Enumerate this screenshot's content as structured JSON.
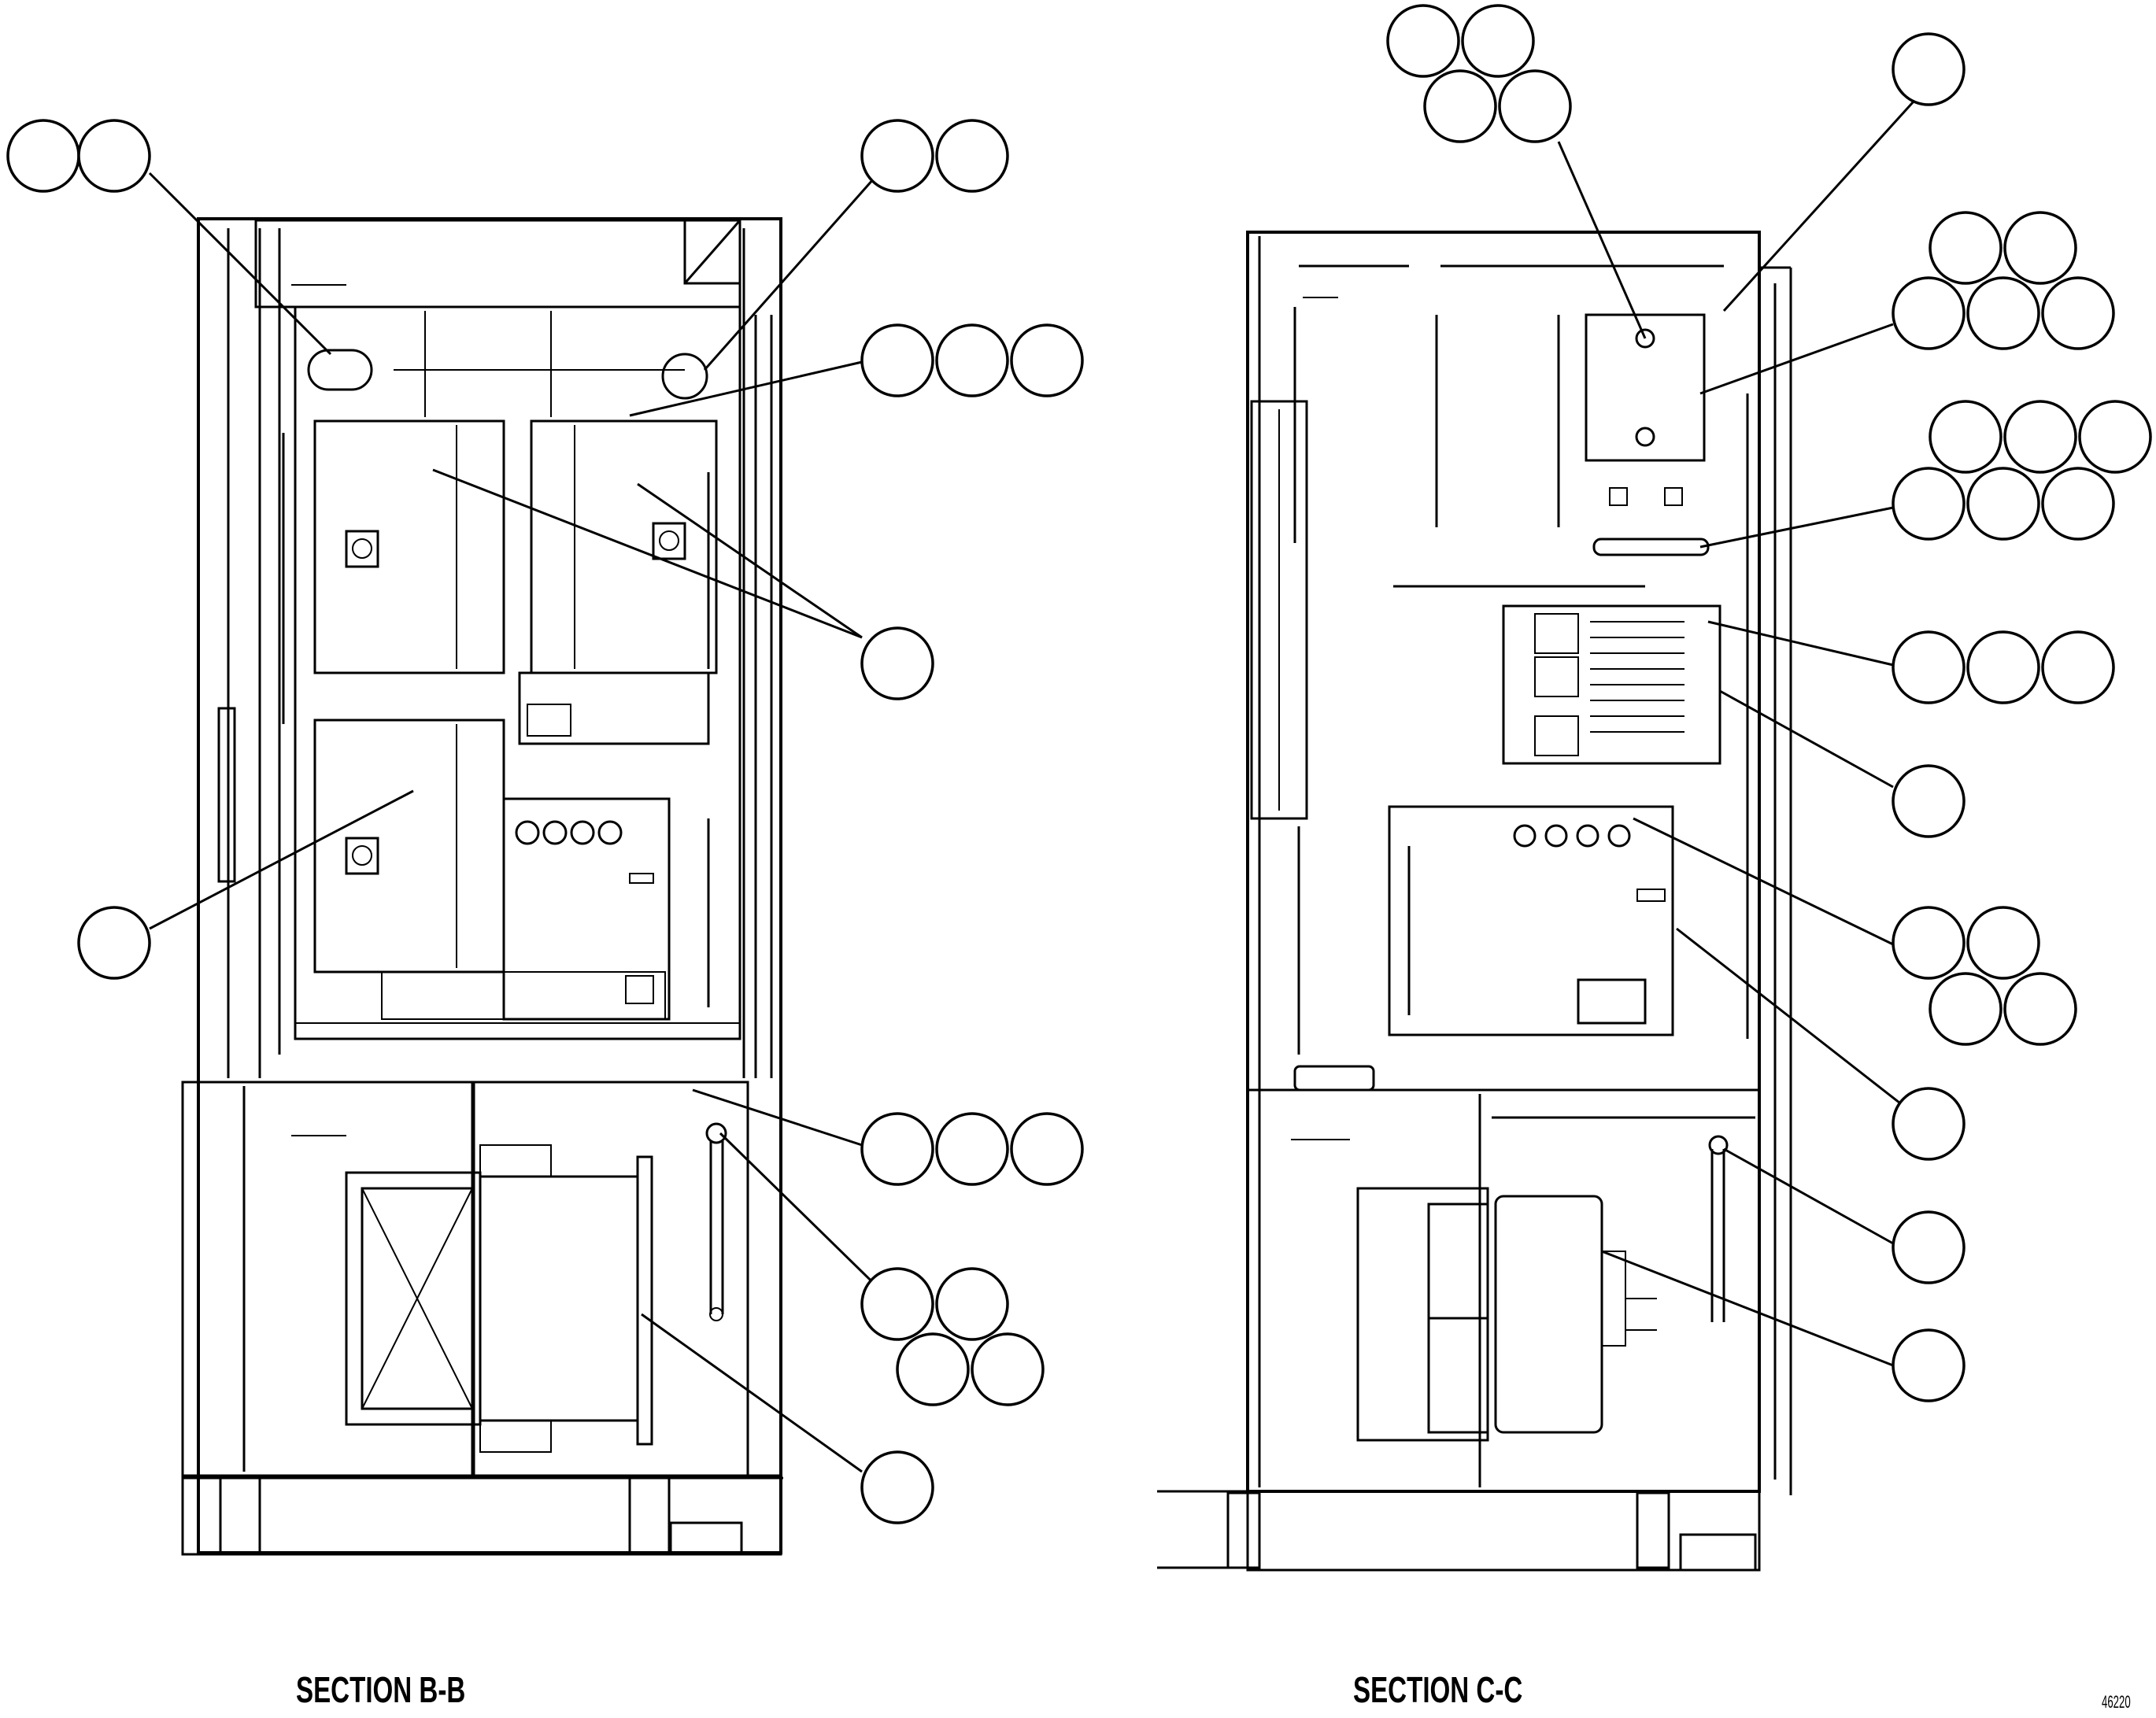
{
  "title": "",
  "sections": {
    "left": {
      "label": "SECTION B-B"
    },
    "right": {
      "label": "SECTION C-C"
    }
  },
  "drawing_number": "46220",
  "balloon_groups": [
    {
      "id": "b-top-left",
      "count": 2,
      "text": ""
    },
    {
      "id": "b-top-right",
      "count": 2,
      "text": ""
    },
    {
      "id": "b-upper-right-3",
      "count": 3,
      "text": ""
    },
    {
      "id": "b-mid-right-1",
      "count": 1,
      "text": ""
    },
    {
      "id": "b-left-1",
      "count": 1,
      "text": ""
    },
    {
      "id": "b-lower-right-3",
      "count": 3,
      "text": ""
    },
    {
      "id": "b-lower-right-4",
      "count": 4,
      "text": ""
    },
    {
      "id": "b-bottom-1",
      "count": 1,
      "text": ""
    },
    {
      "id": "c-top-4",
      "count": 4,
      "text": ""
    },
    {
      "id": "c-top-right-1",
      "count": 1,
      "text": ""
    },
    {
      "id": "c-right-5",
      "count": 5,
      "text": ""
    },
    {
      "id": "c-right-6",
      "count": 6,
      "text": ""
    },
    {
      "id": "c-right-3",
      "count": 3,
      "text": ""
    },
    {
      "id": "c-right-1a",
      "count": 1,
      "text": ""
    },
    {
      "id": "c-right-4",
      "count": 4,
      "text": ""
    },
    {
      "id": "c-right-1b",
      "count": 1,
      "text": ""
    },
    {
      "id": "c-right-1c",
      "count": 1,
      "text": ""
    },
    {
      "id": "c-right-1d",
      "count": 1,
      "text": ""
    }
  ]
}
